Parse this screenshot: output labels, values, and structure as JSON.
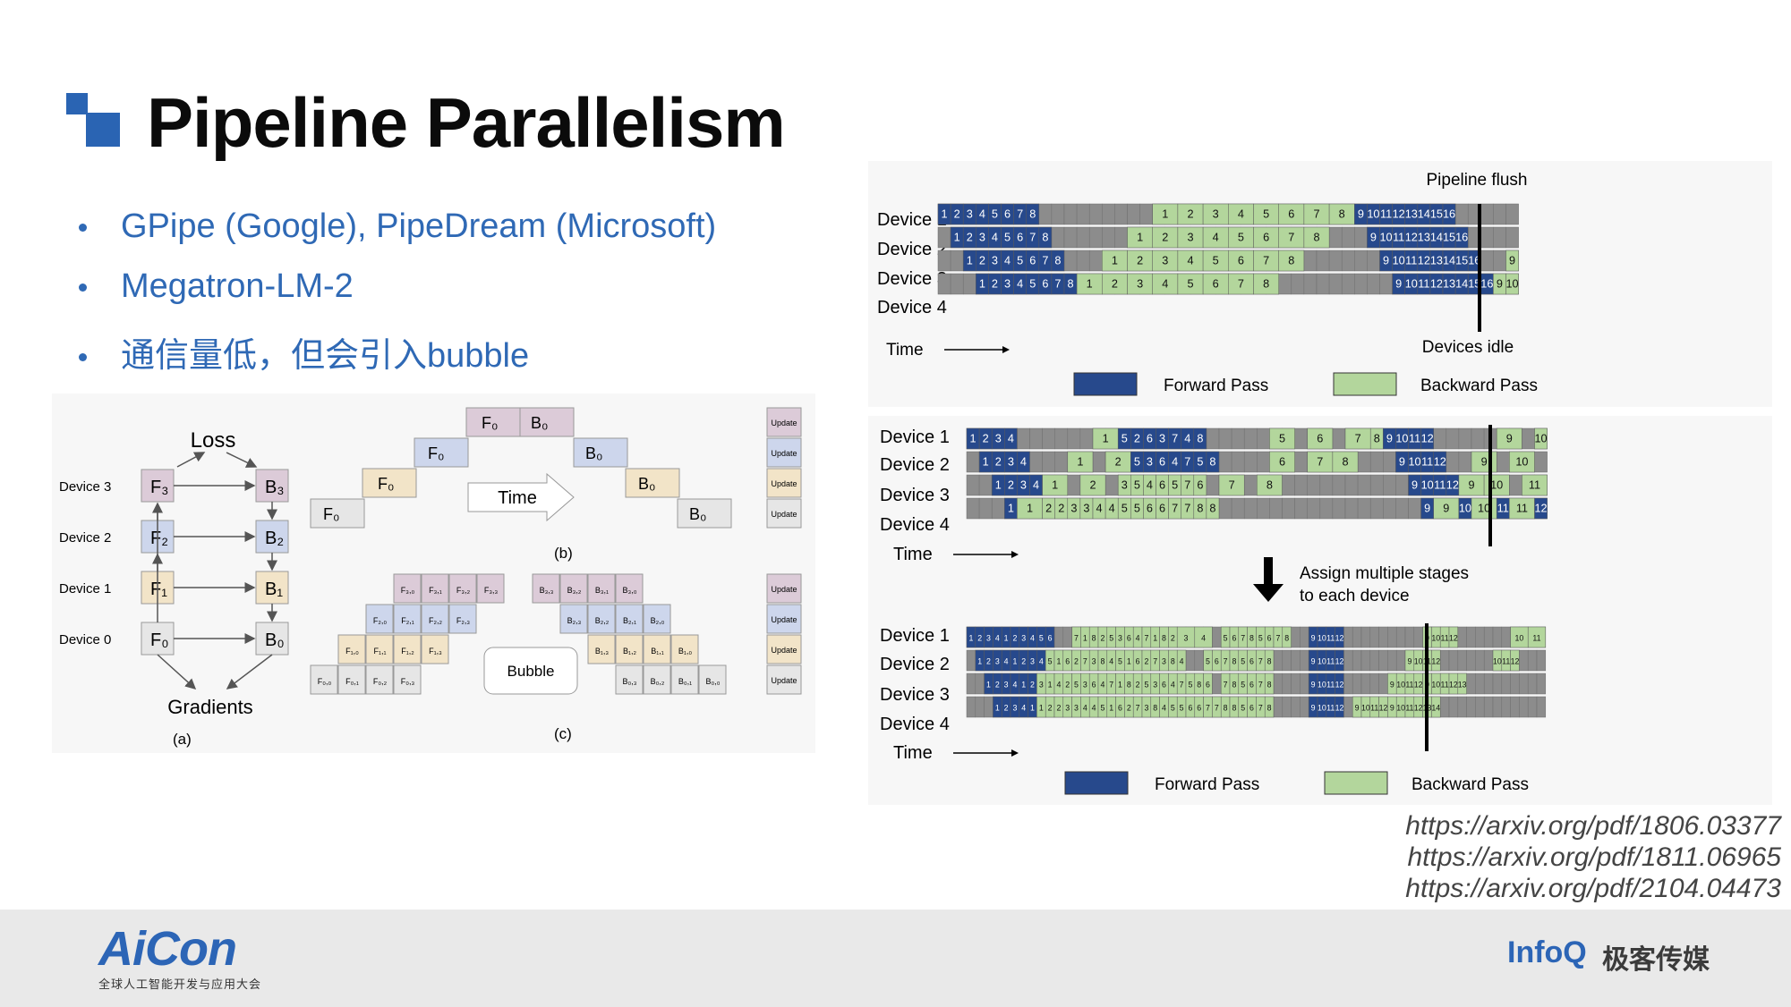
{
  "title": "Pipeline Parallelism",
  "bullets": [
    "GPipe (Google), PipeDream (Microsoft)",
    "Megatron-LM-2",
    "通信量低，但会引入bubble"
  ],
  "gpipe_figure": {
    "a": {
      "loss": "Loss",
      "gradients": "Gradients",
      "caption": "(a)",
      "devices": [
        "Device 3",
        "Device 2",
        "Device 1",
        "Device 0"
      ],
      "forward": [
        "F₃",
        "F₂",
        "F₁",
        "F₀"
      ],
      "backward": [
        "B₃",
        "B₂",
        "B₁",
        "B₀"
      ]
    },
    "b": {
      "caption": "(b)",
      "time": "Time",
      "f": "F₀",
      "b": "B₀",
      "update": "Update"
    },
    "c": {
      "caption": "(c)",
      "bubble": "Bubble",
      "update": "Update",
      "rows": [
        {
          "f": [
            "F₃,₀",
            "F₃,₁",
            "F₃,₂",
            "F₃,₃"
          ],
          "b": [
            "B₃,₃",
            "B₃,₂",
            "B₃,₁",
            "B₃,₀"
          ]
        },
        {
          "f": [
            "F₂,₀",
            "F₂,₁",
            "F₂,₂",
            "F₂,₃"
          ],
          "b": [
            "B₂,₃",
            "B₂,₂",
            "B₂,₁",
            "B₂,₀"
          ]
        },
        {
          "f": [
            "F₁,₀",
            "F₁,₁",
            "F₁,₂",
            "F₁,₃"
          ],
          "b": [
            "B₁,₃",
            "B₁,₂",
            "B₁,₁",
            "B₁,₀"
          ]
        },
        {
          "f": [
            "F₀,₀",
            "F₀,₁",
            "F₀,₂",
            "F₀,₃"
          ],
          "b": [
            "B₀,₃",
            "B₀,₂",
            "B₀,₁",
            "B₀,₀"
          ]
        }
      ]
    }
  },
  "pipedream_top": {
    "pipeline_flush": "Pipeline flush",
    "devices_idle": "Devices idle",
    "time": "Time",
    "devices": [
      "Device 1",
      "Device 2",
      "Device 3",
      "Device 4"
    ],
    "legend": {
      "forward": "Forward Pass",
      "backward": "Backward Pass"
    }
  },
  "interleaved": {
    "devices": [
      "Device 1",
      "Device 2",
      "Device 3",
      "Device 4"
    ],
    "time": "Time",
    "assign_text": [
      "Assign multiple stages",
      "to each device"
    ],
    "legend": {
      "forward": "Forward Pass",
      "backward": "Backward Pass"
    }
  },
  "urls": [
    "https://arxiv.org/pdf/1806.03377",
    "https://arxiv.org/pdf/1811.06965",
    "https://arxiv.org/pdf/2104.04473"
  ],
  "footer": {
    "aicon": "AiCon",
    "aicon_sub": "全球人工智能开发与应用大会",
    "infoq": "InfoQ",
    "infoq_cn": "极客传媒"
  },
  "colors": {
    "accent": "#2f69b5",
    "forward": "#27498c",
    "backward": "#b3d69c",
    "idle": "#8c8c8c"
  }
}
